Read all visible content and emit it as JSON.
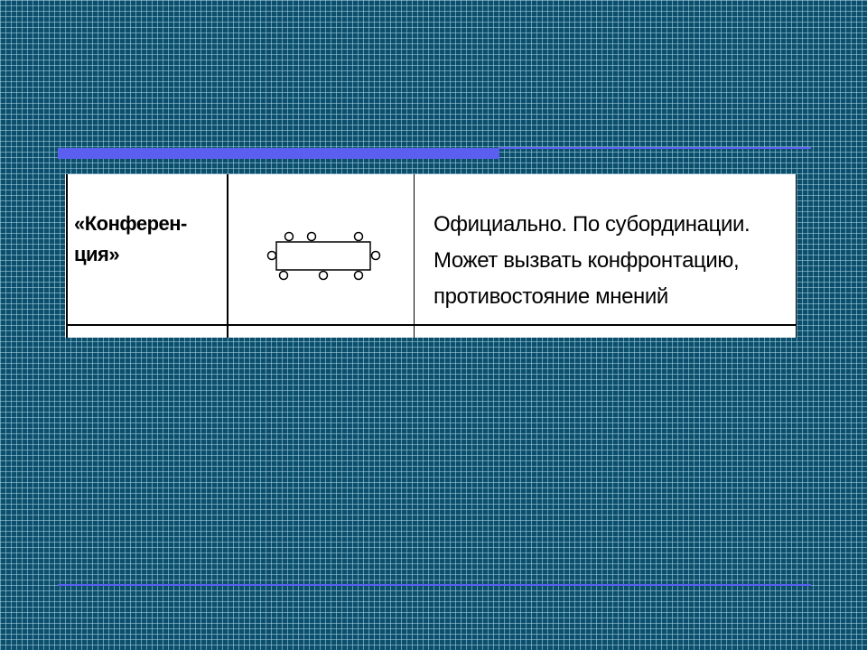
{
  "row": {
    "term_line1": "«Конферен-",
    "term_line2": "ция»",
    "diagram_icon": "conference-table-icon",
    "description": [
      "Официально. По субординации.",
      "Может вызвать конфронтацию,",
      "противостояние мнений"
    ]
  },
  "colors": {
    "background": "#0b4f6c",
    "grid": "#afd7e8",
    "accent": "#5a5ff0",
    "panel": "#ffffff"
  }
}
